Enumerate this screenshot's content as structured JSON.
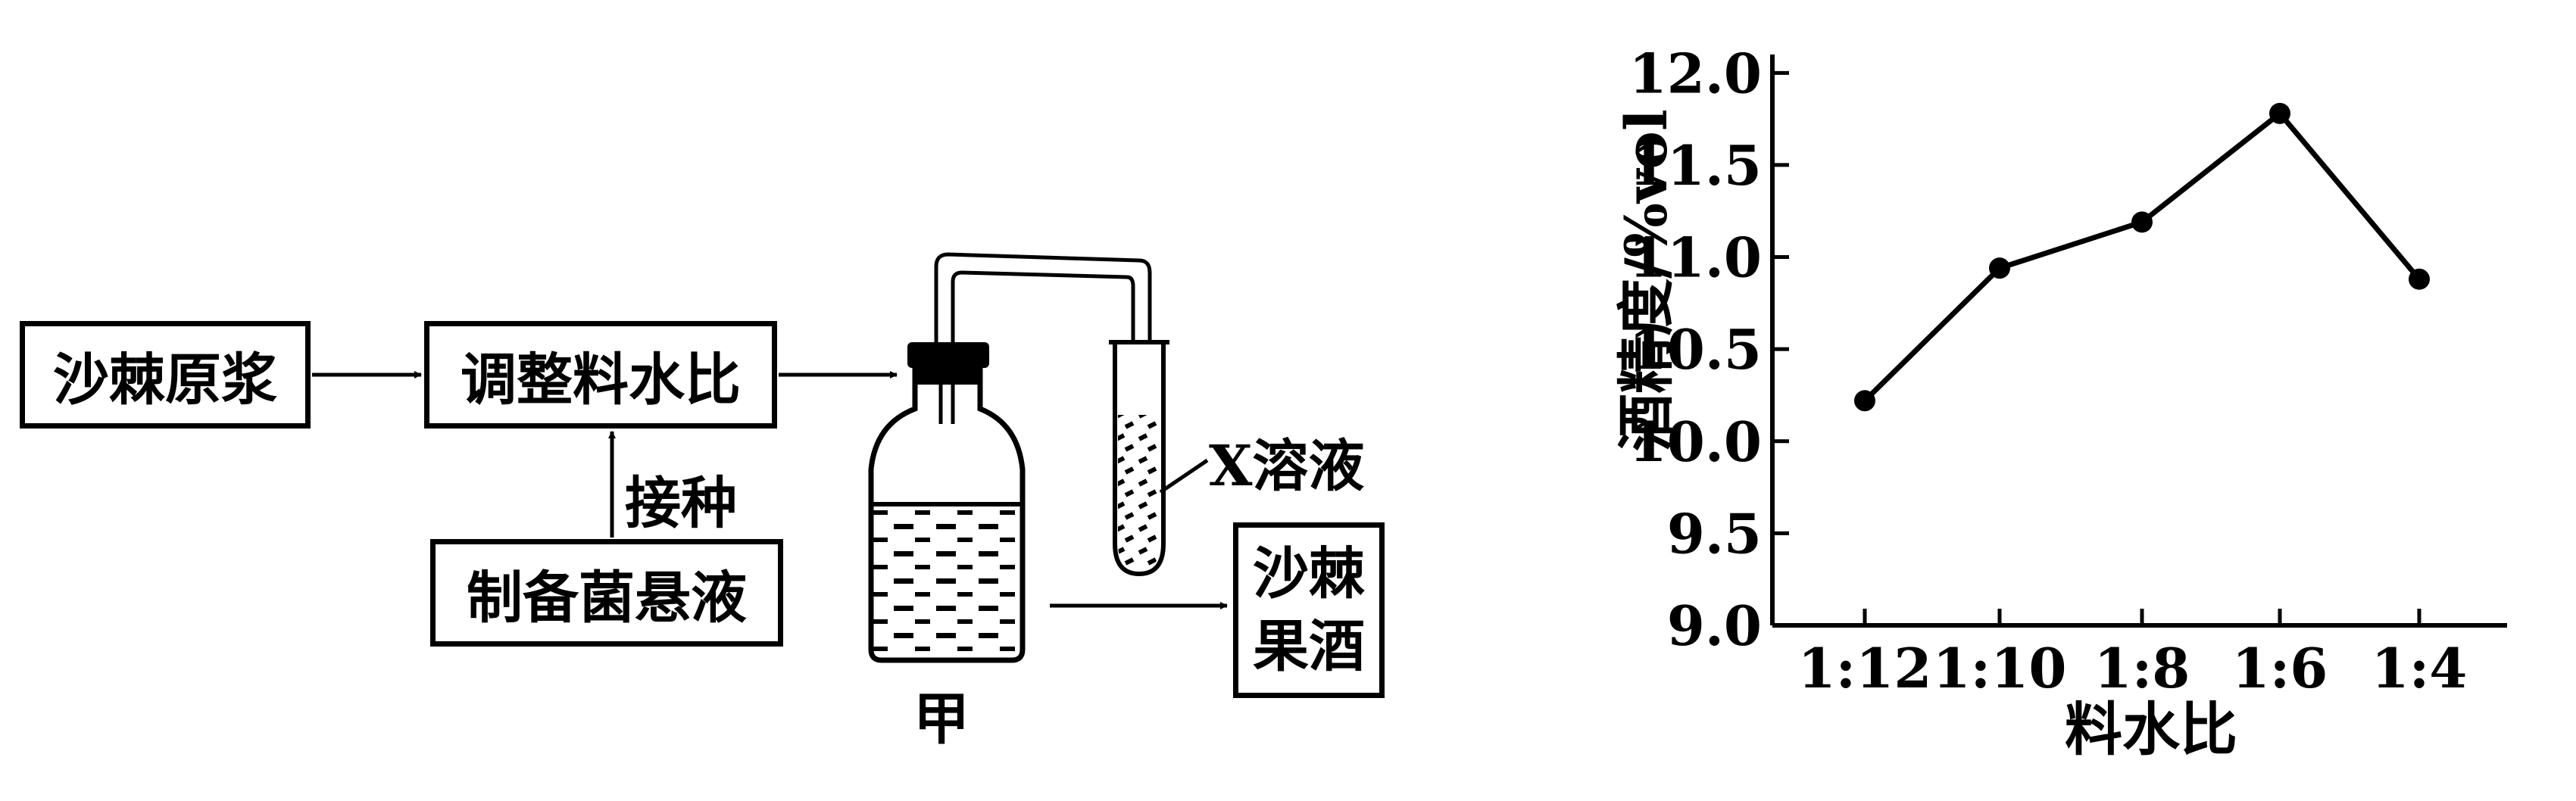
{
  "flowchart": {
    "box_raw_juice": "沙棘原浆",
    "box_adjust_ratio": "调整料水比",
    "box_prepare_suspension": "制备菌悬液",
    "label_inoculate": "接种",
    "label_x_solution": "X溶液",
    "label_bottle": "甲",
    "box_wine_line1": "沙棘",
    "box_wine_line2": "果酒"
  },
  "chart_data": {
    "type": "line",
    "title": "",
    "xlabel": "料水比",
    "ylabel": "酒精度/%vol",
    "categories": [
      "1:12",
      "1:10",
      "1:8",
      "1:6",
      "1:4"
    ],
    "values": [
      10.22,
      10.94,
      11.19,
      11.78,
      10.88
    ],
    "ylim": [
      9.0,
      12.0
    ],
    "yticks": [
      "9.0",
      "9.5",
      "10.0",
      "10.5",
      "11.0",
      "11.5",
      "12.0"
    ],
    "grid": false,
    "line_color": "#000000"
  }
}
